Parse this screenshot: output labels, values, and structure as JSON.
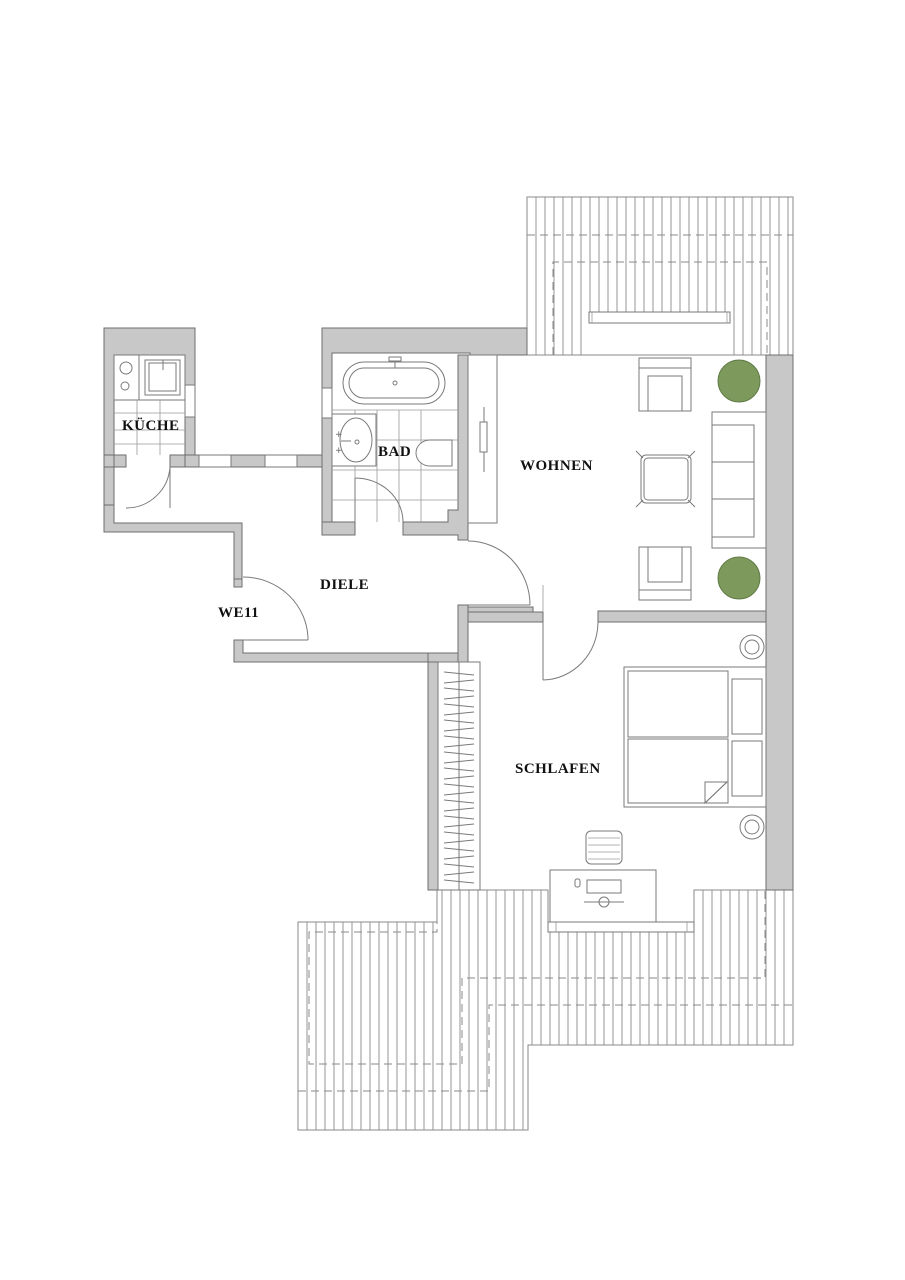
{
  "plan": {
    "unit": "WE11",
    "rooms": [
      {
        "id": "kueche",
        "label": "KÜCHE"
      },
      {
        "id": "bad",
        "label": "BAD"
      },
      {
        "id": "wohnen",
        "label": "WOHNEN"
      },
      {
        "id": "diele",
        "label": "DIELE"
      },
      {
        "id": "schlafen",
        "label": "SCHLAFEN"
      },
      {
        "id": "entrance",
        "label": "WE11"
      }
    ],
    "colors": {
      "wall": "#c8c8c8",
      "plant": "#7d9a5c",
      "background": "#ffffff",
      "lines": "#7a7a7a"
    }
  }
}
